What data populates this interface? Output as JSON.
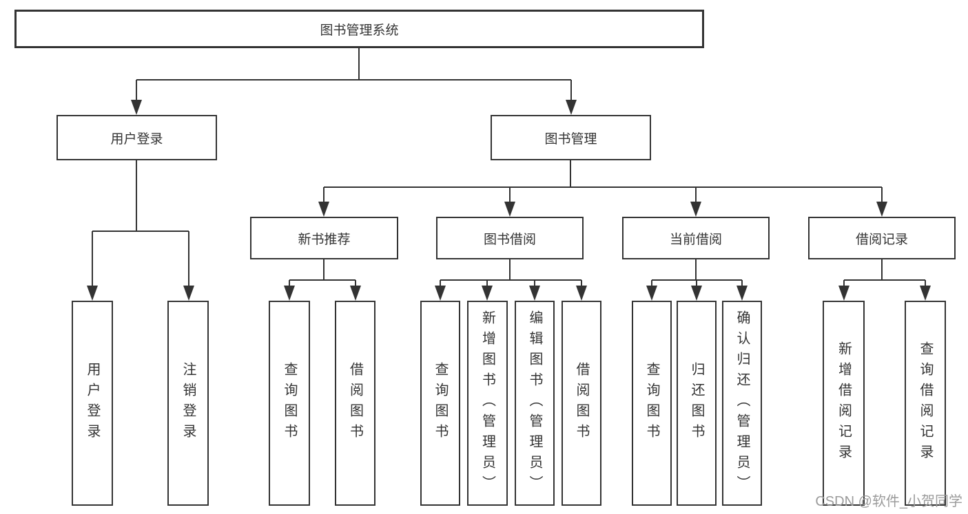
{
  "diagram": {
    "root": {
      "label": "图书管理系统"
    },
    "level1": [
      {
        "label": "用户登录"
      },
      {
        "label": "图书管理"
      }
    ],
    "level2": [
      {
        "label": "新书推荐"
      },
      {
        "label": "图书借阅"
      },
      {
        "label": "当前借阅"
      },
      {
        "label": "借阅记录"
      }
    ],
    "leaves": [
      {
        "label": "用户登录"
      },
      {
        "label": "注销登录"
      },
      {
        "label": "查询图书"
      },
      {
        "label": "借阅图书"
      },
      {
        "label": "查询图书"
      },
      {
        "label": "新增图书（管理员）"
      },
      {
        "label": "编辑图书（管理员）"
      },
      {
        "label": "借阅图书"
      },
      {
        "label": "查询图书"
      },
      {
        "label": "归还图书"
      },
      {
        "label": "确认归还（管理员）"
      },
      {
        "label": "新增借阅记录"
      },
      {
        "label": "查询借阅记录"
      }
    ]
  },
  "watermark": {
    "text": "CSDN @软件_小贺同学"
  },
  "colors": {
    "line": "#333333",
    "text": "#333333",
    "watermark": "#9b9b9b",
    "background": "#ffffff"
  }
}
